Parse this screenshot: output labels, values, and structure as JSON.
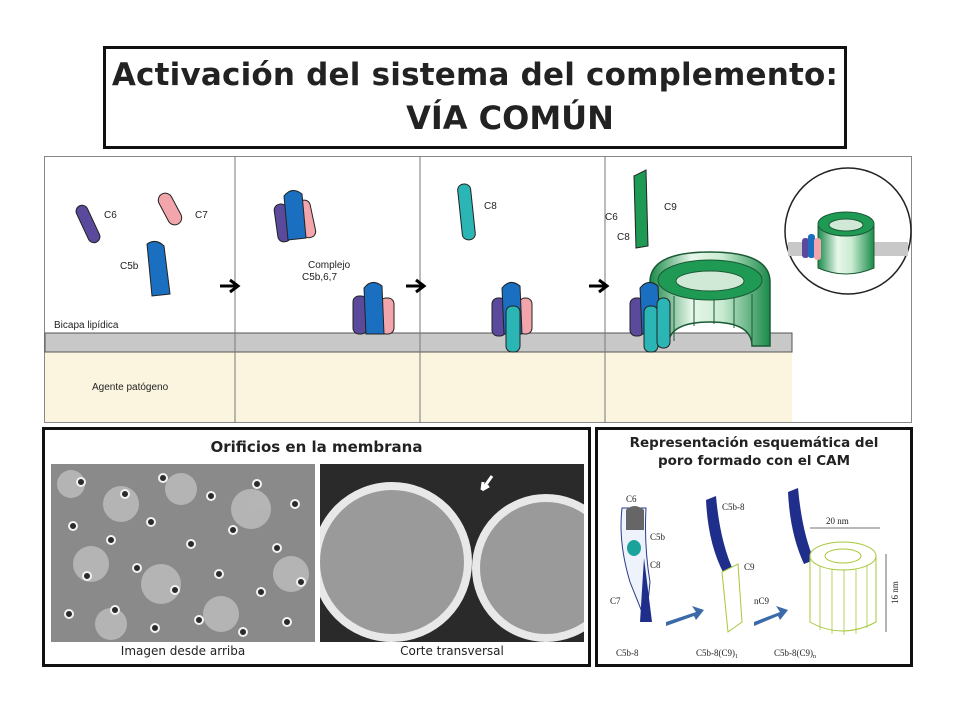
{
  "title": {
    "line1": "Activación del sistema del complemento:",
    "line2": "VÍA COMÚN"
  },
  "diagram": {
    "labels": {
      "c6": "C6",
      "c7": "C7",
      "c5b": "C5b",
      "complex_line1": "Complejo",
      "complex_line2": "C5b,6,7",
      "c8": "C8",
      "c9": "C9",
      "c6_panel4": "C6",
      "c8_panel4": "C8",
      "bilayer": "Bicapa lipídica",
      "pathogen": "Agente patógeno"
    },
    "colors": {
      "c6": "#5b4a9c",
      "c7": "#f2a5aa",
      "c5b": "#1a6fc0",
      "c8": "#2bb5b5",
      "c9": "#1f9a55",
      "membrane": "#c8c8c8",
      "pathogen": "#fbf5e0"
    }
  },
  "membrane_holes": {
    "heading": "Orificios en la membrana",
    "caption_left": "Imagen desde arriba",
    "caption_right": "Corte transversal"
  },
  "schematic": {
    "heading_line1": "Representación esquemática del",
    "heading_line2": "poro formado con el CAM",
    "labels": {
      "c6": "C6",
      "c5b": "C5b",
      "c8": "C8",
      "c7": "C7",
      "c5b8_bottom": "C5b-8",
      "c5b8_top": "C5b-8",
      "c9": "C9",
      "c5b8c9": "C5b-8(C9)",
      "c5b8c9_sub": "1",
      "nc9": "nC9",
      "dim_width": "20 nm",
      "dim_height": "16 nm",
      "c5b8c9n": "C5b-8(C9)",
      "c5b8c9n_sub": "n"
    }
  }
}
